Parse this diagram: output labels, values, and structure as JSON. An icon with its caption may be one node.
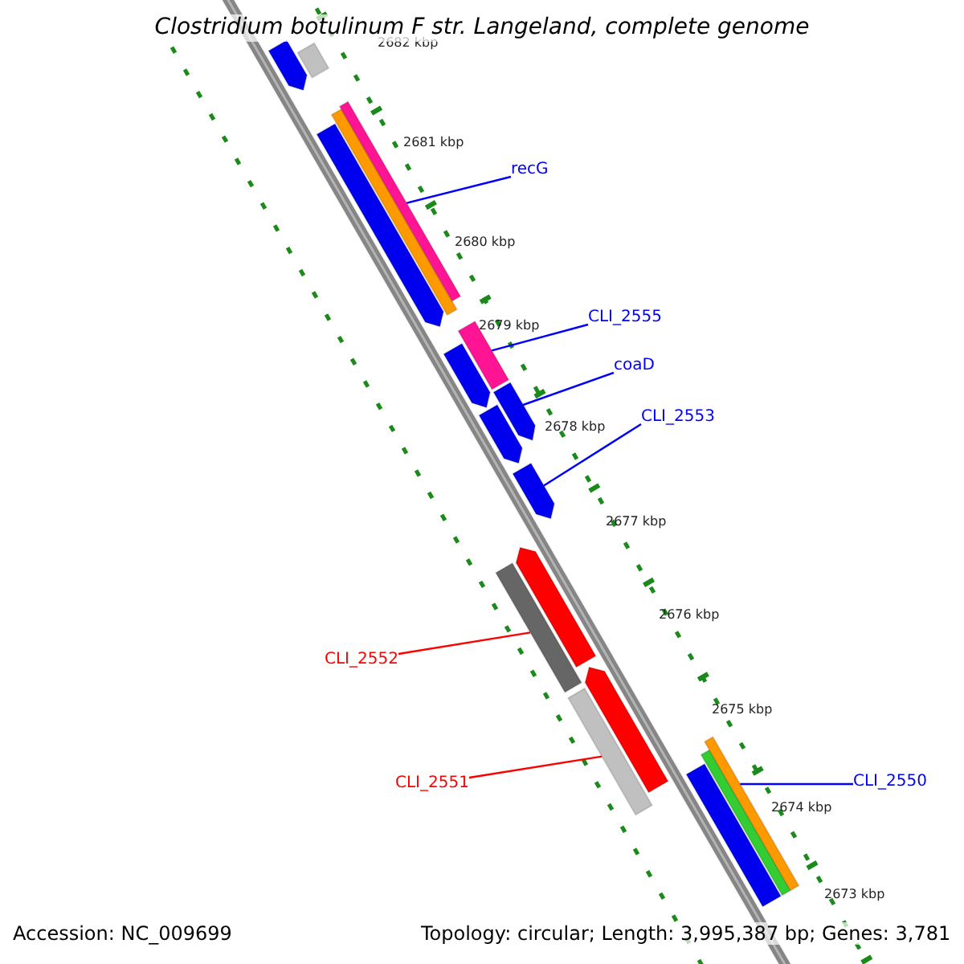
{
  "diagram": {
    "title": "Clostridium botulinum F str. Langeland, complete genome",
    "nodes": [
      {
        "text": [
          "recG"
        ]
      },
      {
        "text": [
          "CLI_2555"
        ]
      },
      {
        "text": [
          "coaD"
        ]
      },
      {
        "text": [
          "CLI_2553"
        ]
      },
      {
        "text": [
          "CLI_2552"
        ]
      },
      {
        "text": [
          "CLI_2551"
        ]
      },
      {
        "text": [
          "CLI_2550"
        ]
      },
      {
        "text": [],
        "shape": "bar"
      },
      {
        "text": [],
        "shape": "bar"
      },
      {
        "text": [],
        "shape": "bar"
      },
      {
        "text": [],
        "shape": "bar"
      },
      {
        "text": [],
        "shape": "bar"
      },
      {
        "text": [],
        "shape": "bar"
      },
      {
        "text": [],
        "shape": "bar"
      },
      {
        "text": [],
        "shape": "bar"
      },
      {
        "text": [],
        "shape": "bar"
      },
      {
        "text": [],
        "shape": "bar"
      },
      {
        "text": [],
        "shape": "bar"
      },
      {
        "text": [],
        "shape": "bar"
      },
      {
        "text": [],
        "shape": "bar"
      },
      {
        "text": [],
        "shape": "bar"
      },
      {
        "text": [],
        "shape": "bar"
      },
      {
        "text": [],
        "shape": "bar"
      },
      {
        "text": [],
        "shape": "bar"
      }
    ],
    "edges": [
      {
        "from": 0,
        "to": 11,
        "arrow": "none"
      },
      {
        "from": 1,
        "to": 12,
        "arrow": "none"
      },
      {
        "from": 2,
        "to": 14,
        "arrow": "none"
      },
      {
        "from": 3,
        "to": 16,
        "arrow": "none"
      },
      {
        "from": 4,
        "to": 18,
        "arrow": "none",
        "color": "#ff0000"
      },
      {
        "from": 5,
        "to": 20,
        "arrow": "none",
        "color": "#ff0000"
      },
      {
        "from": 6,
        "to": 23,
        "arrow": "none"
      }
    ],
    "labels": [
      "2682 kbp",
      "2681 kbp",
      "2680 kbp",
      "2679 kbp",
      "2678 kbp",
      "2677 kbp",
      "2676 kbp",
      "2675 kbp",
      "2674 kbp",
      "2673 kbp",
      "Accession: NC_009699",
      "Topology: circular; Length: 3,995,387 bp; Genes: 3,781"
    ]
  }
}
